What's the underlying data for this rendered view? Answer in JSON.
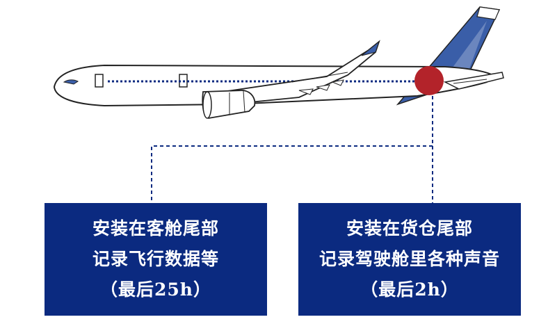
{
  "colors": {
    "navy": "#0b2a80",
    "tail_blue": "#3a5ea8",
    "recorder_red": "#b3232a",
    "outline": "#222222"
  },
  "recorders": {
    "cabin_tail": {
      "line1": "安装在客舱尾部",
      "line2": "记录飞行数据等",
      "line3": "（最后25h）"
    },
    "cargo_tail": {
      "line1": "安装在货仓尾部",
      "line2": "记录驾驶舱里各种声音",
      "line3": "（最后2h）"
    }
  },
  "icons": [
    "airplane-icon",
    "recorder-marker-icon"
  ]
}
